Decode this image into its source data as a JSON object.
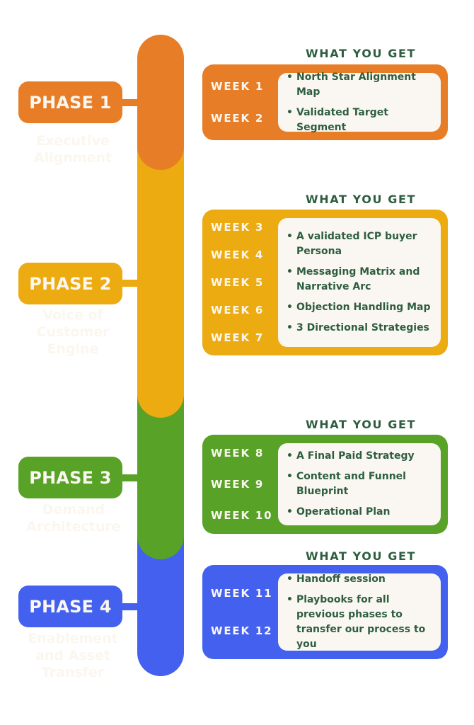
{
  "colors": {
    "phase1": "#E87D27",
    "phase2": "#EBAB11",
    "phase3": "#57A227",
    "phase4": "#4361EE",
    "text_dark_green": "#2E5E3F",
    "cream": "#FAF7F2"
  },
  "phases": [
    {
      "label": "PHASE 1",
      "subtitle": "Executive Alignment",
      "heading": "WHAT YOU GET",
      "weeks": [
        "WEEK 1",
        "WEEK 2"
      ],
      "deliverables": [
        "North Star Alignment Map",
        "Validated Target Segment"
      ]
    },
    {
      "label": "PHASE 2",
      "subtitle": "Voice of Customer Engine",
      "heading": "WHAT YOU GET",
      "weeks": [
        "WEEK 3",
        "WEEK 4",
        "WEEK 5",
        "WEEK 6",
        "WEEK 7"
      ],
      "deliverables": [
        "A validated ICP buyer Persona",
        "Messaging Matrix and Narrative Arc",
        "Objection Handling Map",
        "3 Directional Strategies"
      ]
    },
    {
      "label": "PHASE 3",
      "subtitle": "Demand Architecture",
      "heading": "WHAT YOU GET",
      "weeks": [
        "WEEK 8",
        "WEEK 9",
        "WEEK 10"
      ],
      "deliverables": [
        "A Final Paid Strategy",
        "Content and Funnel Blueprint",
        "Operational Plan"
      ]
    },
    {
      "label": "PHASE 4",
      "subtitle": "Enablement and Asset Transfer",
      "heading": "WHAT YOU GET",
      "weeks": [
        "WEEK 11",
        "WEEK 12"
      ],
      "deliverables": [
        "Handoff session",
        "Playbooks for all previous phases to transfer our process to you"
      ]
    }
  ],
  "bullet_glyph": "•"
}
